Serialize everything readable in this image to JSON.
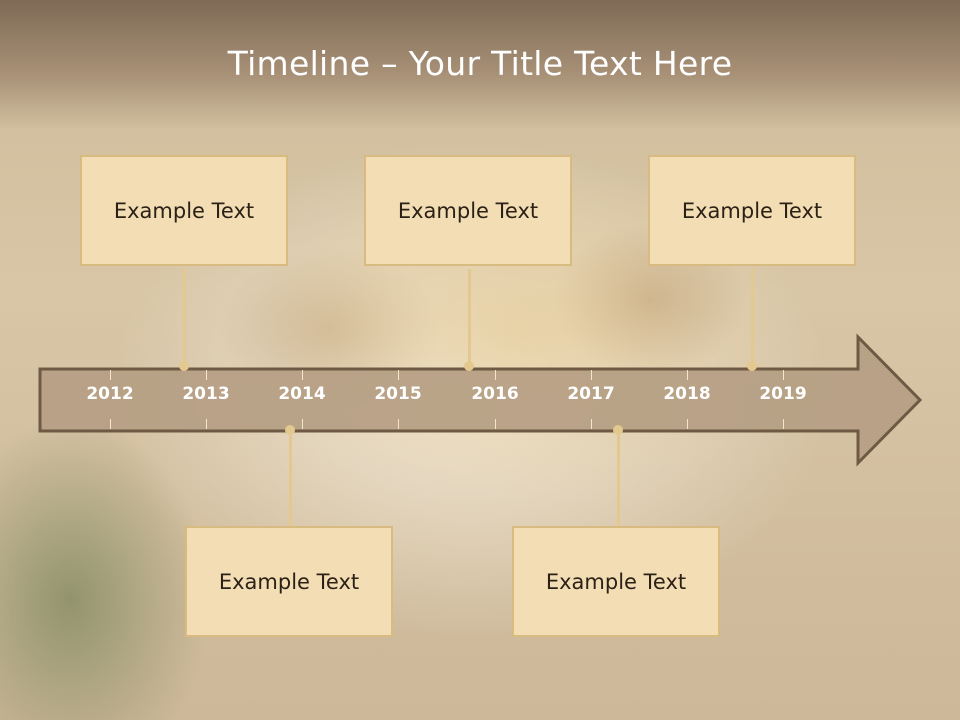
{
  "slide": {
    "title": "Timeline – Your Title Text Here"
  },
  "timeline": {
    "years": [
      "2012",
      "2013",
      "2014",
      "2015",
      "2016",
      "2017",
      "2018",
      "2019"
    ]
  },
  "events": [
    {
      "label": "Example Text",
      "position": "above"
    },
    {
      "label": "Example Text",
      "position": "above"
    },
    {
      "label": "Example Text",
      "position": "above"
    },
    {
      "label": "Example Text",
      "position": "below"
    },
    {
      "label": "Example Text",
      "position": "below"
    }
  ],
  "colors": {
    "box_fill": "#f3ddb4",
    "box_border": "#d8bb80",
    "arrow_fill": "#b59e83",
    "arrow_stroke": "#6e5a44",
    "connector": "#e3c98f"
  }
}
